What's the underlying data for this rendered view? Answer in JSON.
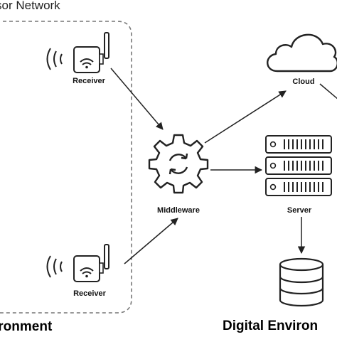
{
  "diagram": {
    "title": "sor Network",
    "nodes": {
      "receiver_top": "Receiver",
      "receiver_bottom": "Receiver",
      "middleware": "Middleware",
      "cloud": "Cloud",
      "server": "Server"
    },
    "sections": {
      "physical": "ironment",
      "digital": "Digital Environ"
    }
  }
}
